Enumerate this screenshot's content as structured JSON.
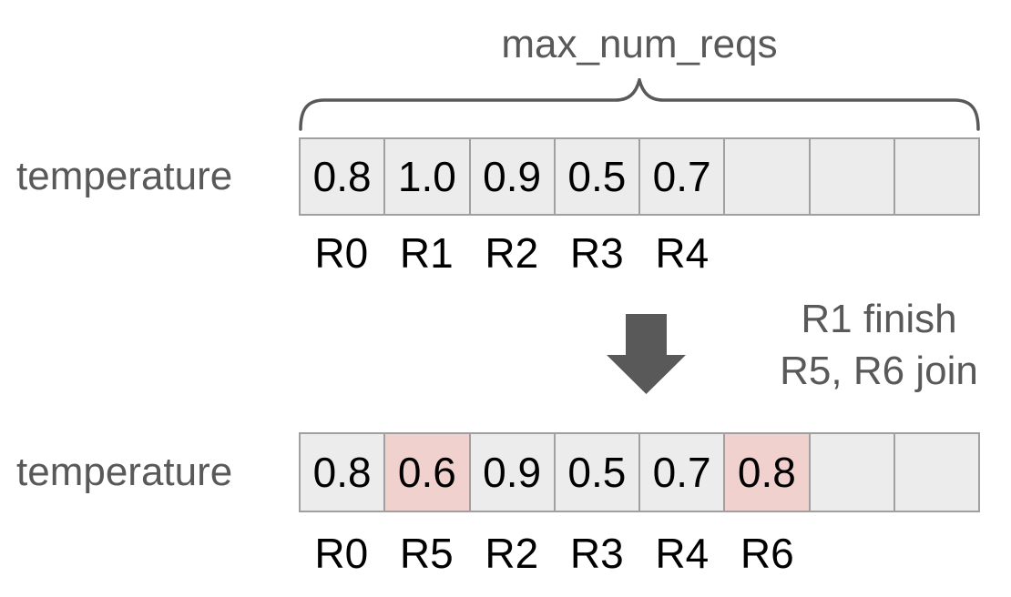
{
  "brace": {
    "label": "max_num_reqs"
  },
  "rows": [
    {
      "label": "temperature",
      "cells": [
        {
          "value": "0.8",
          "highlight": false
        },
        {
          "value": "1.0",
          "highlight": false
        },
        {
          "value": "0.9",
          "highlight": false
        },
        {
          "value": "0.5",
          "highlight": false
        },
        {
          "value": "0.7",
          "highlight": false
        },
        {
          "value": "",
          "highlight": false
        },
        {
          "value": "",
          "highlight": false
        },
        {
          "value": "",
          "highlight": false
        }
      ],
      "request_labels": [
        "R0",
        "R1",
        "R2",
        "R3",
        "R4",
        "",
        "",
        ""
      ]
    },
    {
      "label": "temperature",
      "cells": [
        {
          "value": "0.8",
          "highlight": false
        },
        {
          "value": "0.6",
          "highlight": true
        },
        {
          "value": "0.9",
          "highlight": false
        },
        {
          "value": "0.5",
          "highlight": false
        },
        {
          "value": "0.7",
          "highlight": false
        },
        {
          "value": "0.8",
          "highlight": true
        },
        {
          "value": "",
          "highlight": false
        },
        {
          "value": "",
          "highlight": false
        }
      ],
      "request_labels": [
        "R0",
        "R5",
        "R2",
        "R3",
        "R4",
        "R6",
        "",
        ""
      ]
    }
  ],
  "transition": {
    "arrow_icon": "down-arrow",
    "lines": [
      "R1 finish",
      "R5, R6 join"
    ]
  },
  "colors": {
    "cell_background": "#ececec",
    "cell_border": "#a0a0a0",
    "highlight": "#f0d1cd",
    "gray_text": "#595959",
    "value_text": "#000000"
  }
}
